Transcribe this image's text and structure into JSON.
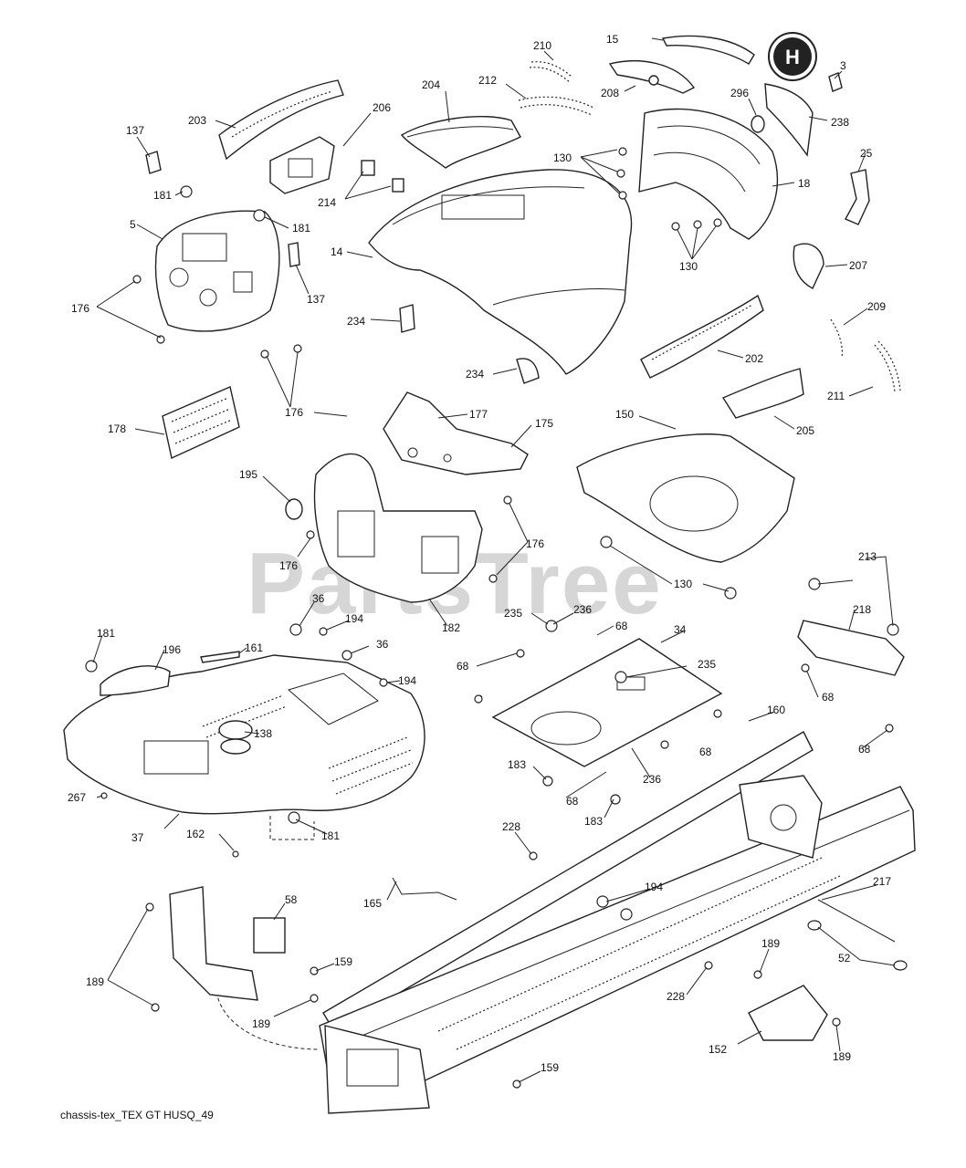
{
  "watermark": "PartsTree",
  "logo": {
    "letter": "H"
  },
  "caption": "chassis-tex_TEX GT HUSQ_49",
  "callouts": [
    {
      "id": "c15",
      "text": "15"
    },
    {
      "id": "c210",
      "text": "210"
    },
    {
      "id": "c208",
      "text": "208"
    },
    {
      "id": "c3",
      "text": "3"
    },
    {
      "id": "c204",
      "text": "204"
    },
    {
      "id": "c212",
      "text": "212"
    },
    {
      "id": "c296",
      "text": "296"
    },
    {
      "id": "c238",
      "text": "238"
    },
    {
      "id": "c137a",
      "text": "137"
    },
    {
      "id": "c203",
      "text": "203"
    },
    {
      "id": "c206",
      "text": "206"
    },
    {
      "id": "c130a",
      "text": "130"
    },
    {
      "id": "c25",
      "text": "25"
    },
    {
      "id": "c181a",
      "text": "181"
    },
    {
      "id": "c214",
      "text": "214"
    },
    {
      "id": "c18",
      "text": "18"
    },
    {
      "id": "c5",
      "text": "5"
    },
    {
      "id": "c181b",
      "text": "181"
    },
    {
      "id": "c14",
      "text": "14"
    },
    {
      "id": "c130b",
      "text": "130"
    },
    {
      "id": "c207",
      "text": "207"
    },
    {
      "id": "c137b",
      "text": "137"
    },
    {
      "id": "c176a",
      "text": "176"
    },
    {
      "id": "c234a",
      "text": "234"
    },
    {
      "id": "c209",
      "text": "209"
    },
    {
      "id": "c202",
      "text": "202"
    },
    {
      "id": "c234b",
      "text": "234"
    },
    {
      "id": "c211",
      "text": "211"
    },
    {
      "id": "c176b",
      "text": "176"
    },
    {
      "id": "c177",
      "text": "177"
    },
    {
      "id": "c150",
      "text": "150"
    },
    {
      "id": "c175",
      "text": "175"
    },
    {
      "id": "c205",
      "text": "205"
    },
    {
      "id": "c178",
      "text": "178"
    },
    {
      "id": "c195",
      "text": "195"
    },
    {
      "id": "c176c",
      "text": "176"
    },
    {
      "id": "c176d",
      "text": "176"
    },
    {
      "id": "c130c",
      "text": "130"
    },
    {
      "id": "c213",
      "text": "213"
    },
    {
      "id": "c36a",
      "text": "36"
    },
    {
      "id": "c182",
      "text": "182"
    },
    {
      "id": "c235a",
      "text": "235"
    },
    {
      "id": "c236a",
      "text": "236"
    },
    {
      "id": "c218",
      "text": "218"
    },
    {
      "id": "c181c",
      "text": "181"
    },
    {
      "id": "c194a",
      "text": "194"
    },
    {
      "id": "c68a",
      "text": "68"
    },
    {
      "id": "c34",
      "text": "34"
    },
    {
      "id": "c196",
      "text": "196"
    },
    {
      "id": "c161",
      "text": "161"
    },
    {
      "id": "c36b",
      "text": "36"
    },
    {
      "id": "c68b",
      "text": "68"
    },
    {
      "id": "c235b",
      "text": "235"
    },
    {
      "id": "c194b",
      "text": "194"
    },
    {
      "id": "c68c",
      "text": "68"
    },
    {
      "id": "c138",
      "text": "138"
    },
    {
      "id": "c160",
      "text": "160"
    },
    {
      "id": "c68d",
      "text": "68"
    },
    {
      "id": "c68e",
      "text": "68"
    },
    {
      "id": "c183a",
      "text": "183"
    },
    {
      "id": "c236b",
      "text": "236"
    },
    {
      "id": "c267",
      "text": "267"
    },
    {
      "id": "c68f",
      "text": "68"
    },
    {
      "id": "c37",
      "text": "37"
    },
    {
      "id": "c183b",
      "text": "183"
    },
    {
      "id": "c162",
      "text": "162"
    },
    {
      "id": "c181d",
      "text": "181"
    },
    {
      "id": "c228a",
      "text": "228"
    },
    {
      "id": "c194c",
      "text": "194"
    },
    {
      "id": "c165",
      "text": "165"
    },
    {
      "id": "c217",
      "text": "217"
    },
    {
      "id": "c58",
      "text": "58"
    },
    {
      "id": "c189a",
      "text": "189"
    },
    {
      "id": "c52",
      "text": "52"
    },
    {
      "id": "c159a",
      "text": "159"
    },
    {
      "id": "c189b",
      "text": "189"
    },
    {
      "id": "c189c",
      "text": "189"
    },
    {
      "id": "c228b",
      "text": "228"
    },
    {
      "id": "c152",
      "text": "152"
    },
    {
      "id": "c189d",
      "text": "189"
    },
    {
      "id": "c159b",
      "text": "159"
    }
  ]
}
